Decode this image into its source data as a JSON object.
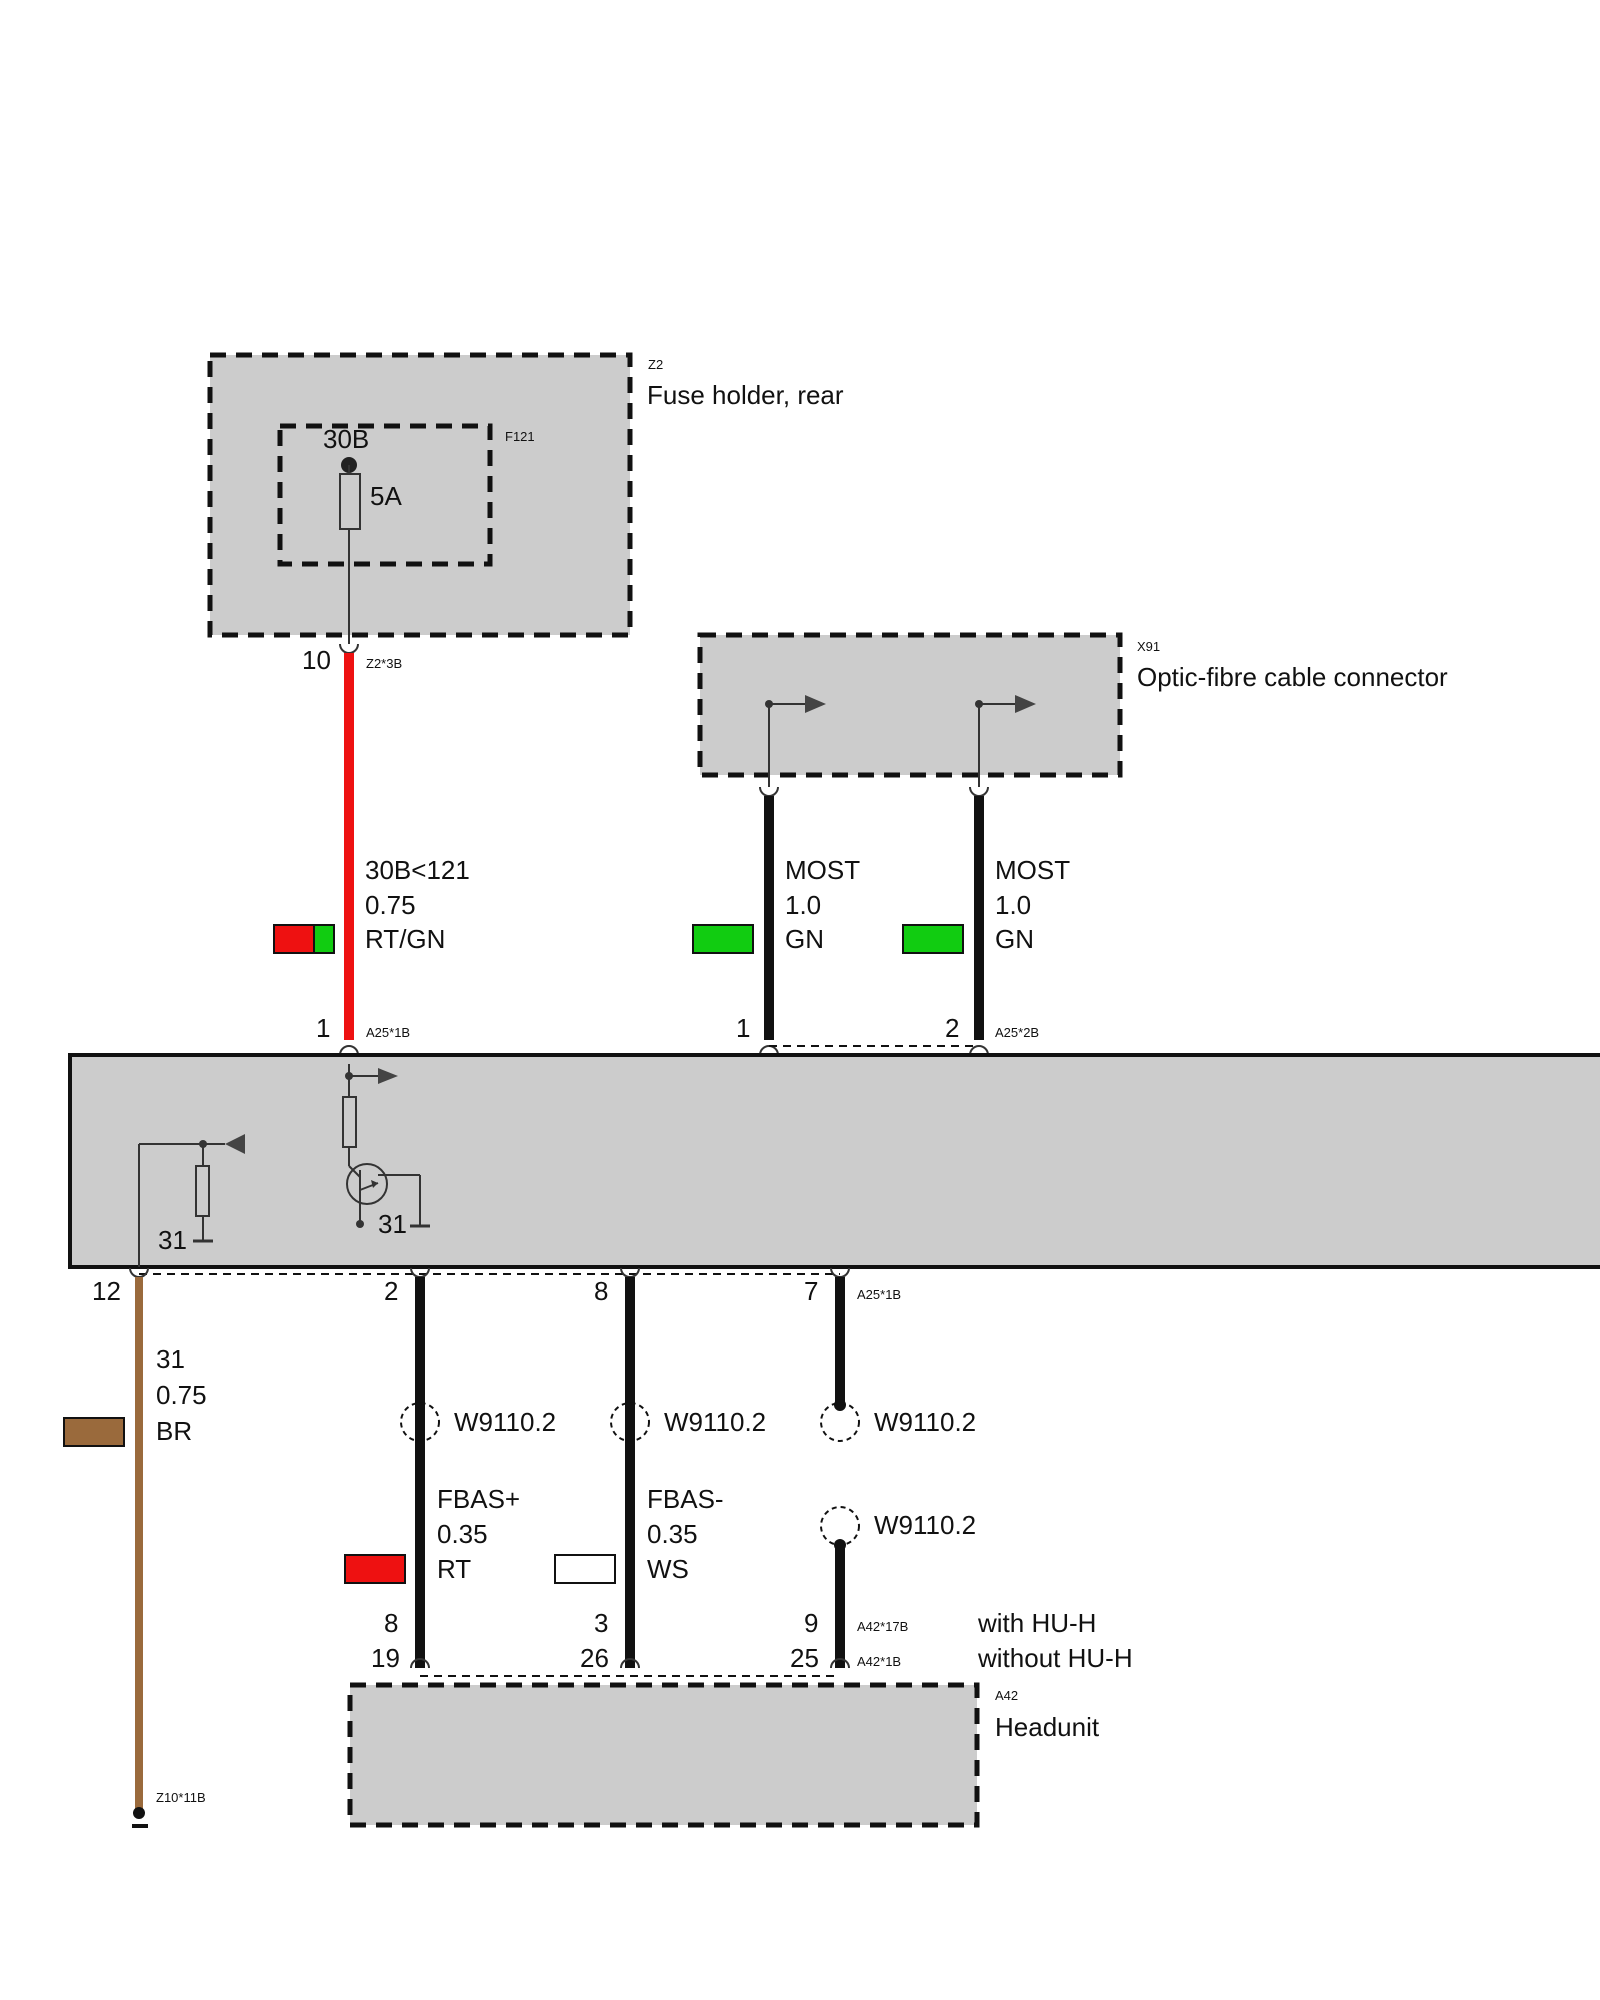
{
  "components": {
    "z2": {
      "code": "Z2",
      "name": "Fuse holder, rear"
    },
    "f121": {
      "code": "F121",
      "terminal": "30B",
      "rating": "5A"
    },
    "x91": {
      "code": "X91",
      "name": "Optic-fibre cable connector"
    },
    "a42": {
      "code": "A42",
      "name": "Headunit"
    },
    "a25": {
      "ground_left": "31",
      "ground_right": "31"
    }
  },
  "wires": {
    "supply": {
      "pin_top": "10",
      "conn_top": "Z2*3B",
      "signal": "30B<121",
      "size": "0.75",
      "color": "RT/GN",
      "pin_bottom": "1",
      "conn_bottom": "A25*1B",
      "swatch": [
        "#ee1111",
        "#11cc11"
      ]
    },
    "most1": {
      "signal": "MOST",
      "size": "1.0",
      "color": "GN",
      "pin_bottom": "1",
      "swatch": [
        "#11cc11"
      ]
    },
    "most2": {
      "signal": "MOST",
      "size": "1.0",
      "color": "GN",
      "pin_bottom": "2",
      "conn_bottom": "A25*2B",
      "swatch": [
        "#11cc11"
      ]
    },
    "ground": {
      "pin_top": "12",
      "signal": "31",
      "size": "0.75",
      "color": "BR",
      "conn_bottom": "Z10*11B",
      "swatch": [
        "#9a6a3c"
      ]
    },
    "fbas_plus": {
      "pin_top": "2",
      "shield": "W9110.2",
      "signal": "FBAS+",
      "size": "0.35",
      "color": "RT",
      "pin_hu_h": "8",
      "pin_no_hu_h": "19",
      "swatch": [
        "#ee1111"
      ]
    },
    "fbas_minus": {
      "pin_top": "8",
      "shield": "W9110.2",
      "signal": "FBAS-",
      "size": "0.35",
      "color": "WS",
      "pin_hu_h": "3",
      "pin_no_hu_h": "26",
      "swatch": [
        "#ffffff"
      ]
    },
    "shield_wire": {
      "pin_top": "7",
      "conn_top": "A25*1B",
      "shield_top": "W9110.2",
      "shield_bottom": "W9110.2",
      "pin_hu_h": "9",
      "conn_hu_h": "A42*17B",
      "pin_no_hu_h": "25",
      "conn_no_hu_h": "A42*1B"
    }
  },
  "variants": {
    "with": "with HU-H",
    "without": "without HU-H"
  },
  "colors": {
    "box_fill": "#cccccc",
    "supply_wire": "#ee1111",
    "ground_wire": "#9a6a3c",
    "signal_wire": "#111111"
  }
}
